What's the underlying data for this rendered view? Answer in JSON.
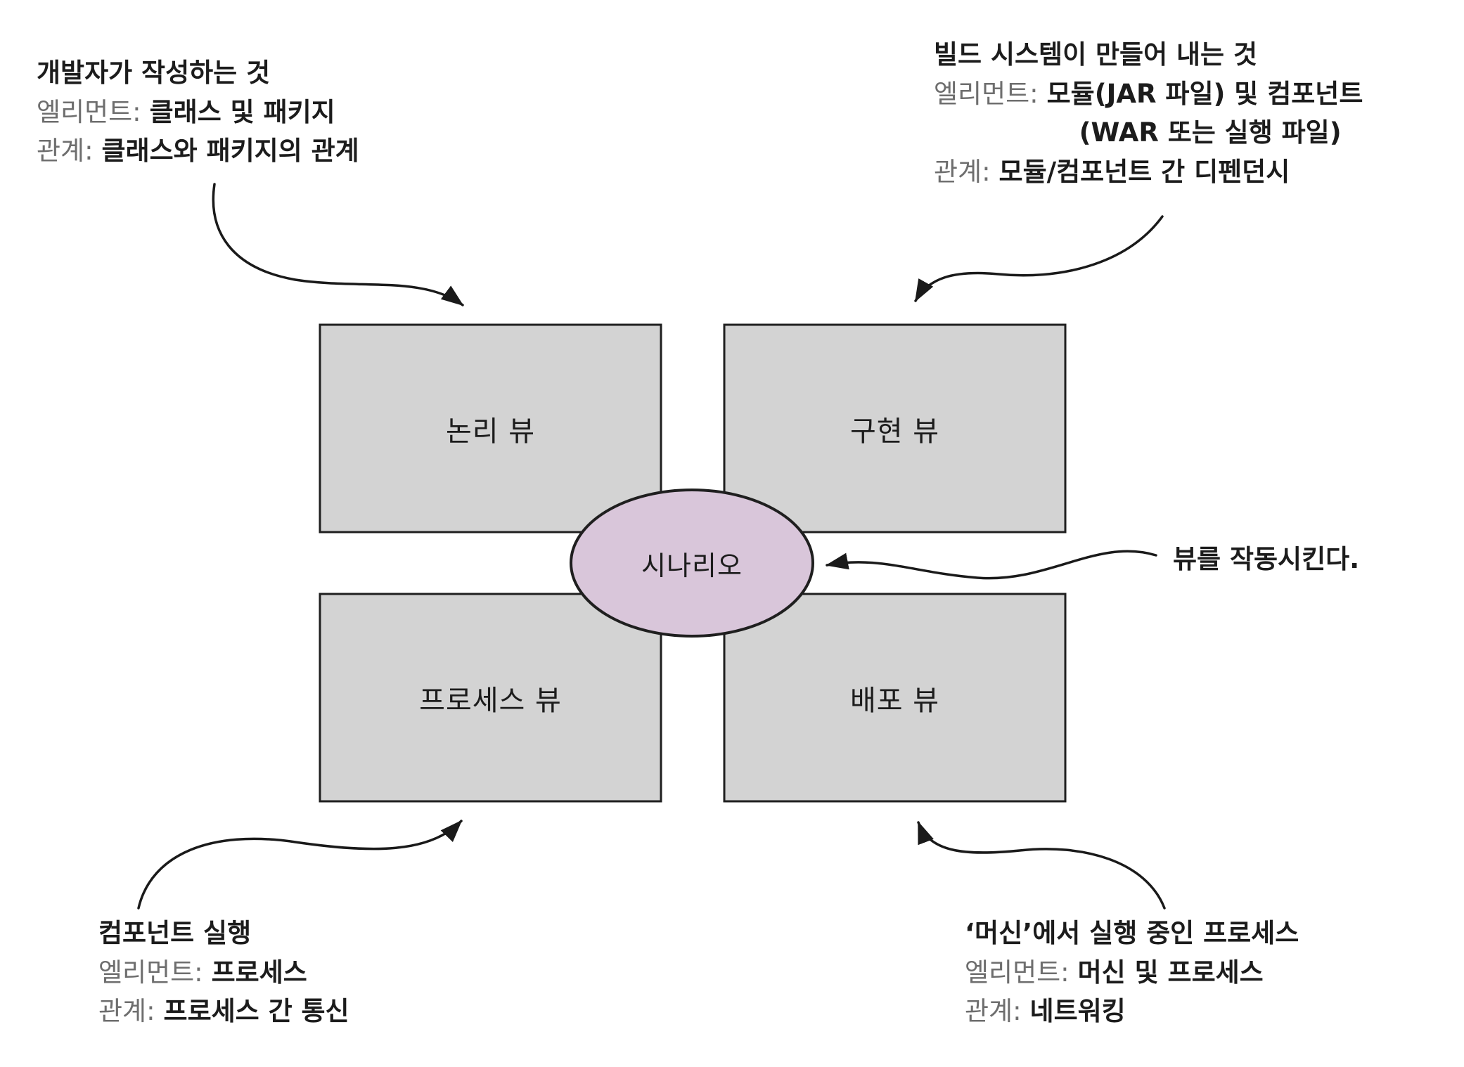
{
  "boxes": {
    "logical": {
      "label": "논리 뷰"
    },
    "implementation": {
      "label": "구현 뷰"
    },
    "process": {
      "label": "프로세스 뷰"
    },
    "deployment": {
      "label": "배포 뷰"
    }
  },
  "center": {
    "label": "시나리오"
  },
  "annotations": {
    "top_left": {
      "title": "개발자가 작성하는 것",
      "element_label": "엘리먼트:",
      "element_value": "클래스 및 패키지",
      "relation_label": "관계:",
      "relation_value": "클래스와 패키지의 관계"
    },
    "top_right": {
      "title": "빌드 시스템이 만들어 내는 것",
      "element_label": "엘리먼트:",
      "element_value": "모듈(JAR 파일) 및 컴포넌트",
      "element_value2": "(WAR 또는 실행 파일)",
      "relation_label": "관계:",
      "relation_value": "모듈/컴포넌트 간 디펜던시"
    },
    "right": {
      "text": "뷰를 작동시킨다."
    },
    "bottom_left": {
      "title": "컴포넌트 실행",
      "element_label": "엘리먼트:",
      "element_value": "프로세스",
      "relation_label": "관계:",
      "relation_value": "프로세스 간 통신"
    },
    "bottom_right": {
      "title": "‘머신’에서 실행 중인 프로세스",
      "element_label": "엘리먼트:",
      "element_value": "머신 및 프로세스",
      "relation_label": "관계:",
      "relation_value": "네트워킹"
    }
  },
  "colors": {
    "box_fill": "#d3d3d3",
    "box_stroke": "#1f1f1f",
    "ellipse_fill": "#d9c6da",
    "label_gray": "#6e6e6e",
    "arrow_color": "#1a1a1a"
  }
}
